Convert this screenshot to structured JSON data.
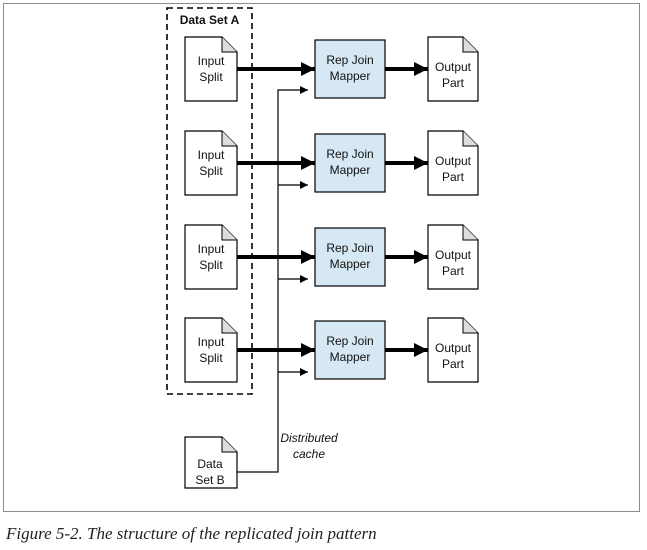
{
  "diagram": {
    "dataset_a_label": "Data Set A",
    "input_split_line1": "Input",
    "input_split_line2": "Split",
    "mapper_line1": "Rep Join",
    "mapper_line2": "Mapper",
    "output_line1": "Output",
    "output_line2": "Part",
    "dataset_b_line1": "Data",
    "dataset_b_line2": "Set B",
    "cache_line1": "Distributed",
    "cache_line2": "cache",
    "rows": [
      {
        "id": 1
      },
      {
        "id": 2
      },
      {
        "id": 3
      },
      {
        "id": 4
      }
    ]
  },
  "caption": "Figure 5-2. The structure of the replicated join pattern",
  "colors": {
    "mapper_fill": "#d5e8f3",
    "stroke": "#000000",
    "doc_fill": "#ffffff"
  }
}
